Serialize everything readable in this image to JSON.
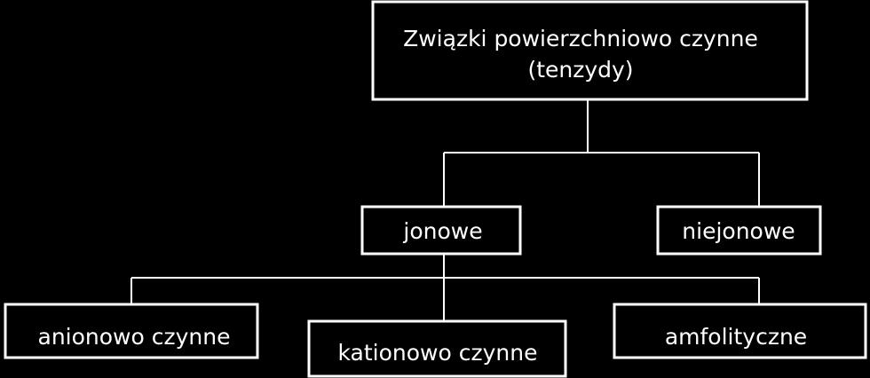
{
  "diagram": {
    "root": {
      "line1": "Związki powierzchniowo czynne",
      "line2": "(tenzydy)"
    },
    "level1": {
      "ionic": "jonowe",
      "nonionic": "niejonowe"
    },
    "level2": {
      "anionic": "anionowo czynne",
      "cationic": "kationowo czynne",
      "amphoteric": "amfolityczne"
    }
  },
  "colors": {
    "background": "#000000",
    "foreground": "#ffffff"
  }
}
